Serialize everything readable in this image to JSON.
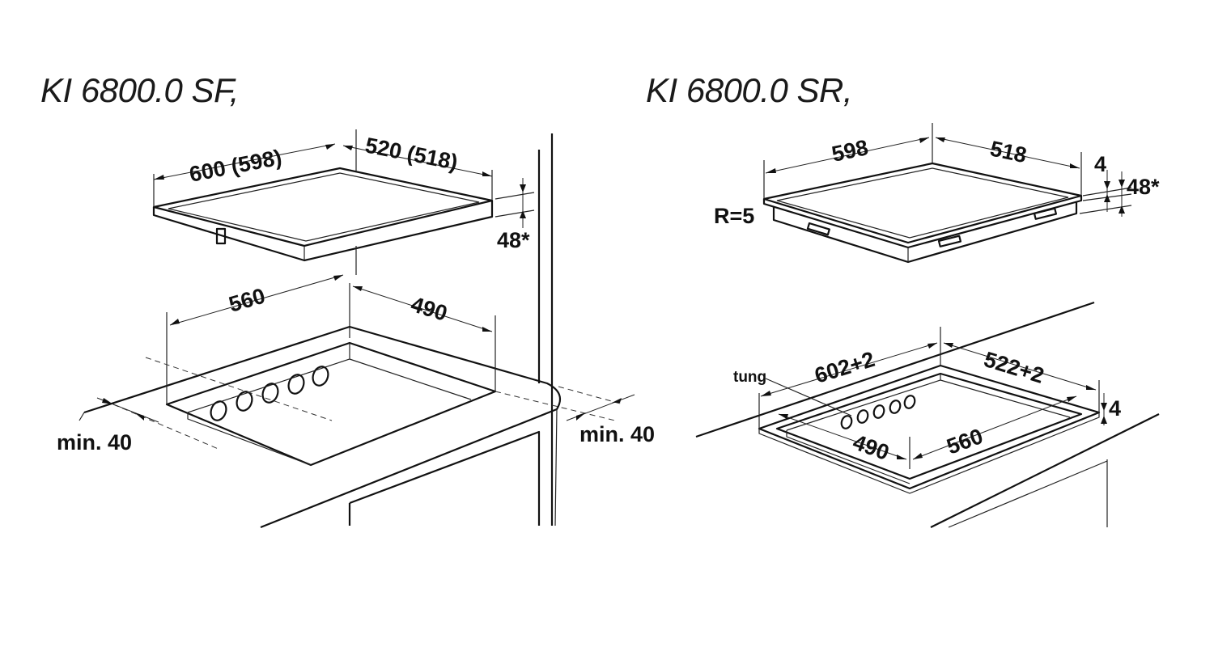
{
  "titles": {
    "left": "KI 6800.0 SF,",
    "right": "KI 6800.0 SR,"
  },
  "left_drawing": {
    "hob_width": "600 (598)",
    "hob_depth": "520 (518)",
    "hob_height": "48*",
    "cutout_width": "560",
    "cutout_depth": "490",
    "clearance_front": "min. 40",
    "clearance_back": "min. 40"
  },
  "right_drawing": {
    "hob_width": "598",
    "hob_depth": "518",
    "frame_height": "4",
    "hob_height": "48*",
    "corner_radius": "R=5",
    "recess_width": "602+2",
    "recess_depth": "522+2",
    "recess_depth_value": "4",
    "tung_label": "tung",
    "cutout_depth": "490",
    "cutout_width": "560"
  }
}
